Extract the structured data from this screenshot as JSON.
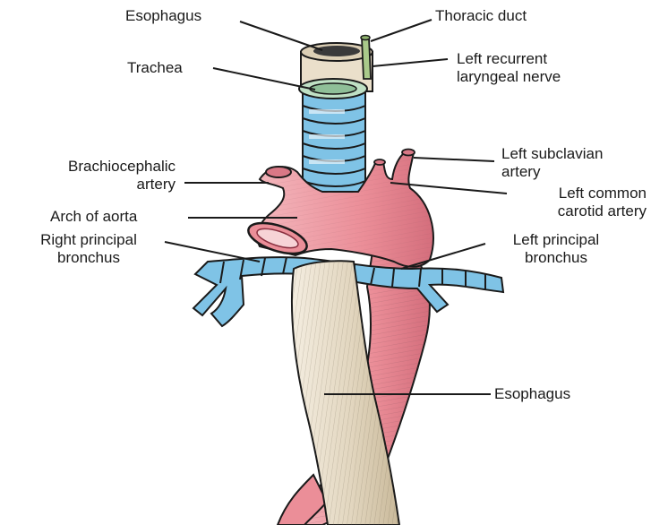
{
  "labels": {
    "esophagus_top": "Esophagus",
    "thoracic_duct": "Thoracic duct",
    "trachea": "Trachea",
    "left_recurrent_laryngeal": [
      "Left recurrent",
      "laryngeal nerve"
    ],
    "brachiocephalic": [
      "Brachiocephalic",
      "artery"
    ],
    "left_subclavian": [
      "Left subclavian",
      "artery"
    ],
    "left_common_carotid": [
      "Left common",
      "carotid artery"
    ],
    "arch_of_aorta": "Arch of aorta",
    "right_principal_bronchus": [
      "Right principal",
      "bronchus"
    ],
    "left_principal_bronchus": [
      "Left principal",
      "bronchus"
    ],
    "esophagus_bottom": "Esophagus"
  },
  "colors": {
    "aorta": "#eb8e98",
    "aorta_dark": "#c8606e",
    "airway": "#7fc3e6",
    "esophagus": "#e7dcc8",
    "esophagus_dark": "#b9aa8c",
    "outline": "#1a1a1a"
  }
}
